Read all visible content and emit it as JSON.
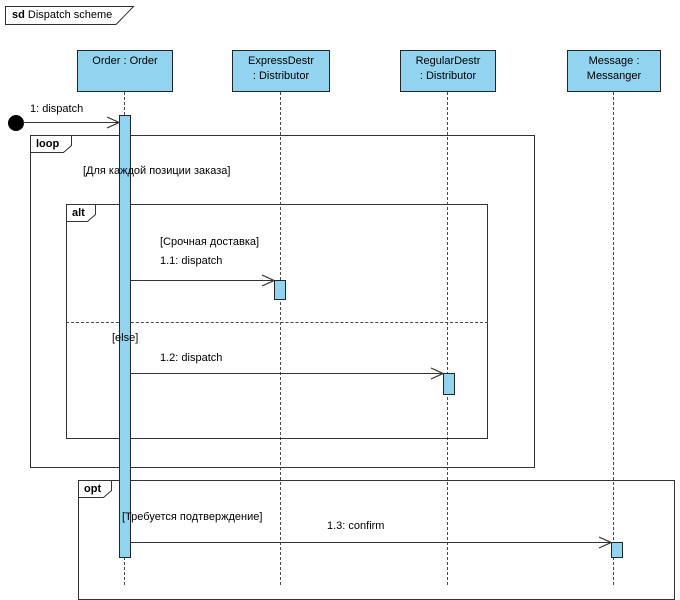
{
  "frame": {
    "keyword": "sd",
    "title": "Dispatch scheme"
  },
  "lifelines": [
    {
      "id": "order",
      "lines": [
        "Order : Order",
        ""
      ]
    },
    {
      "id": "express",
      "lines": [
        "ExpressDestr",
        ": Distributor"
      ]
    },
    {
      "id": "regular",
      "lines": [
        "RegularDestr",
        ": Distributor"
      ]
    },
    {
      "id": "message",
      "lines": [
        "Message :",
        "Messanger"
      ]
    }
  ],
  "fragments": {
    "loop": {
      "operator": "loop",
      "guard": "[Для каждой позиции заказа]"
    },
    "alt": {
      "operator": "alt",
      "guard1": "[Срочная доставка]",
      "guard2": "[else]"
    },
    "opt": {
      "operator": "opt",
      "guard": "[Требуется подтверждение]"
    }
  },
  "messages": {
    "m1": {
      "label": "1: dispatch"
    },
    "m11": {
      "label": "1.1: dispatch"
    },
    "m12": {
      "label": "1.2: dispatch"
    },
    "m13": {
      "label": "1.3: confirm"
    }
  },
  "colors": {
    "element_fill": "#92d3f0",
    "element_border": "#22272b",
    "line": "#333333",
    "background": "#ffffff"
  }
}
